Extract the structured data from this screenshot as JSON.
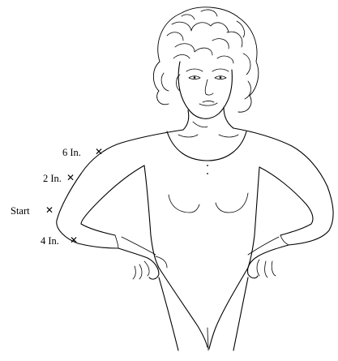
{
  "illustration": {
    "markers": [
      {
        "label": "6 In.",
        "symbol": "✕"
      },
      {
        "label": "2 In.",
        "symbol": "✕"
      },
      {
        "label": "Start",
        "symbol": "✕"
      },
      {
        "label": "4 In.",
        "symbol": "✕"
      }
    ],
    "line_color": "#000000",
    "background_color": "#ffffff"
  }
}
